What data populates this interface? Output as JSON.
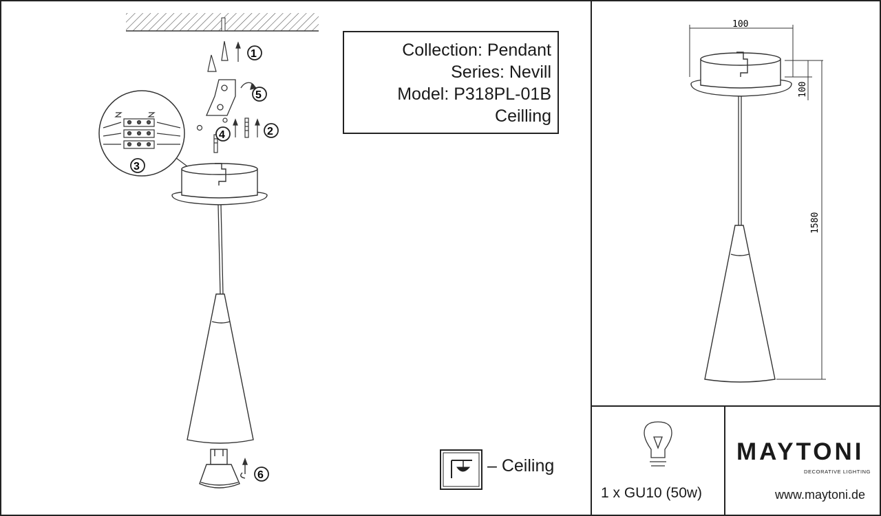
{
  "info": {
    "collection": "Collection: Pendant",
    "series": "Series: Nevill",
    "model": "Model: P318PL-01B",
    "mount": "Ceilling"
  },
  "legend": {
    "ceiling": "– Ceiling",
    "icon": "ceiling-mount-icon"
  },
  "steps": [
    "1",
    "2",
    "3",
    "4",
    "5",
    "6"
  ],
  "dimensions": {
    "width": "100",
    "canopy_height": "100",
    "total_height": "1580"
  },
  "footer": {
    "bulb": "1 x GU10 (50w)",
    "brand": "MAYTONI",
    "brand_sub": "DECORATIVE LIGHTING",
    "website": "www.maytoni.de"
  }
}
